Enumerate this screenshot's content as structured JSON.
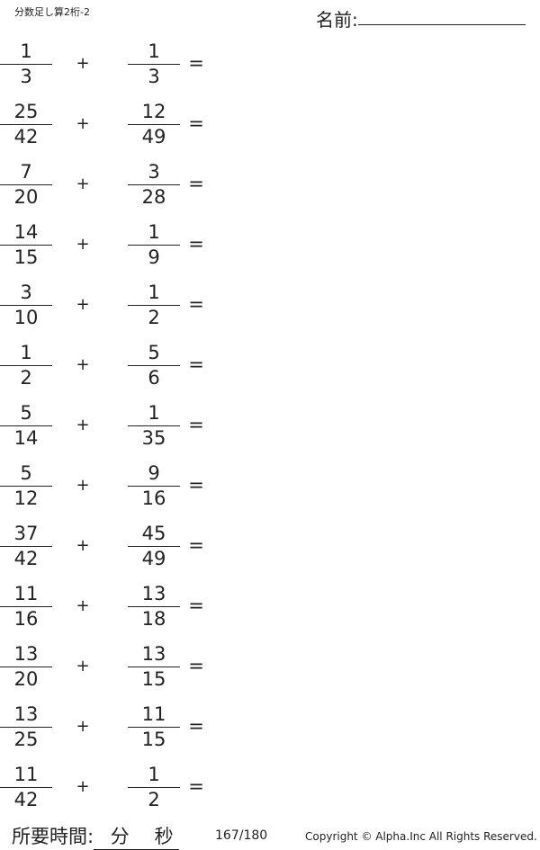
{
  "header": {
    "title": "分数足し算2桁-2",
    "name_label": "名前:"
  },
  "operator": "+",
  "equals": "=",
  "problems": [
    {
      "a_num": "1",
      "a_den": "3",
      "b_num": "1",
      "b_den": "3"
    },
    {
      "a_num": "25",
      "a_den": "42",
      "b_num": "12",
      "b_den": "49"
    },
    {
      "a_num": "7",
      "a_den": "20",
      "b_num": "3",
      "b_den": "28"
    },
    {
      "a_num": "14",
      "a_den": "15",
      "b_num": "1",
      "b_den": "9"
    },
    {
      "a_num": "3",
      "a_den": "10",
      "b_num": "1",
      "b_den": "2"
    },
    {
      "a_num": "1",
      "a_den": "2",
      "b_num": "5",
      "b_den": "6"
    },
    {
      "a_num": "5",
      "a_den": "14",
      "b_num": "1",
      "b_den": "35"
    },
    {
      "a_num": "5",
      "a_den": "12",
      "b_num": "9",
      "b_den": "16"
    },
    {
      "a_num": "37",
      "a_den": "42",
      "b_num": "45",
      "b_den": "49"
    },
    {
      "a_num": "11",
      "a_den": "16",
      "b_num": "13",
      "b_den": "18"
    },
    {
      "a_num": "13",
      "a_den": "20",
      "b_num": "13",
      "b_den": "15"
    },
    {
      "a_num": "13",
      "a_den": "25",
      "b_num": "11",
      "b_den": "15"
    },
    {
      "a_num": "11",
      "a_den": "42",
      "b_num": "1",
      "b_den": "2"
    }
  ],
  "footer": {
    "time_label": "所要時間:",
    "minutes_unit": "分",
    "seconds_unit": "秒",
    "page": "167/180",
    "copyright": "Copyright ©  Alpha.Inc All Rights Reserved."
  }
}
